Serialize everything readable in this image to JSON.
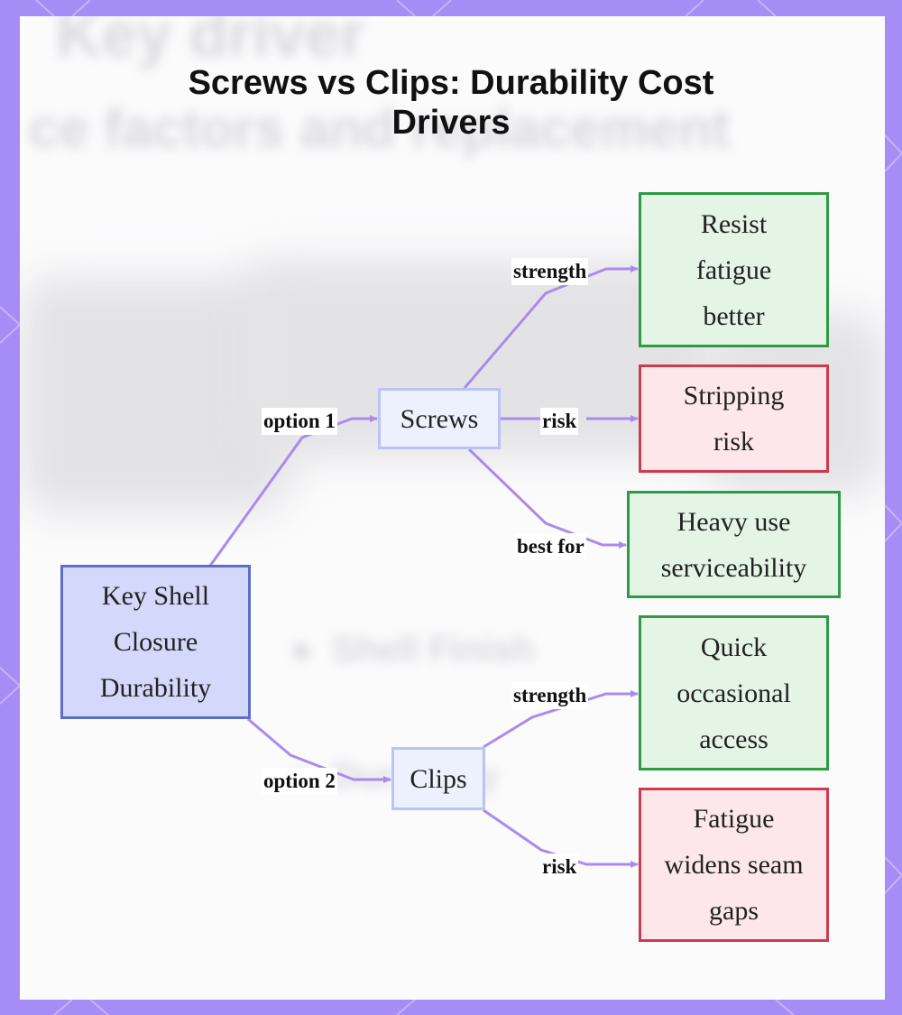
{
  "title": {
    "line1": "Screws vs Clips: Durability Cost",
    "line2": "Drivers"
  },
  "nodes": {
    "root": "Key Shell Closure Durability",
    "screws": "Screws",
    "clips": "Clips",
    "screws_strength": "Resist fatigue better",
    "screws_risk": "Stripping risk",
    "screws_best_for": "Heavy use serviceability",
    "clips_strength": "Quick occasional access",
    "clips_risk": "Fatigue widens seam gaps"
  },
  "edges": {
    "option1": "option 1",
    "option2": "option 2",
    "screws_strength": "strength",
    "screws_risk": "risk",
    "screws_best_for": "best for",
    "clips_strength": "strength",
    "clips_risk": "risk"
  },
  "colors": {
    "frame": "#a68cf5",
    "edge": "#a98bec",
    "root_fill": "#d4d9fb",
    "root_border": "#5c6ec7",
    "option_fill": "#edf0fd",
    "option_border": "#b9c3f4",
    "positive_fill": "#e4f4e5",
    "positive_border": "#2f9a45",
    "negative_fill": "#fde7ea",
    "negative_border": "#cc3b4f"
  }
}
